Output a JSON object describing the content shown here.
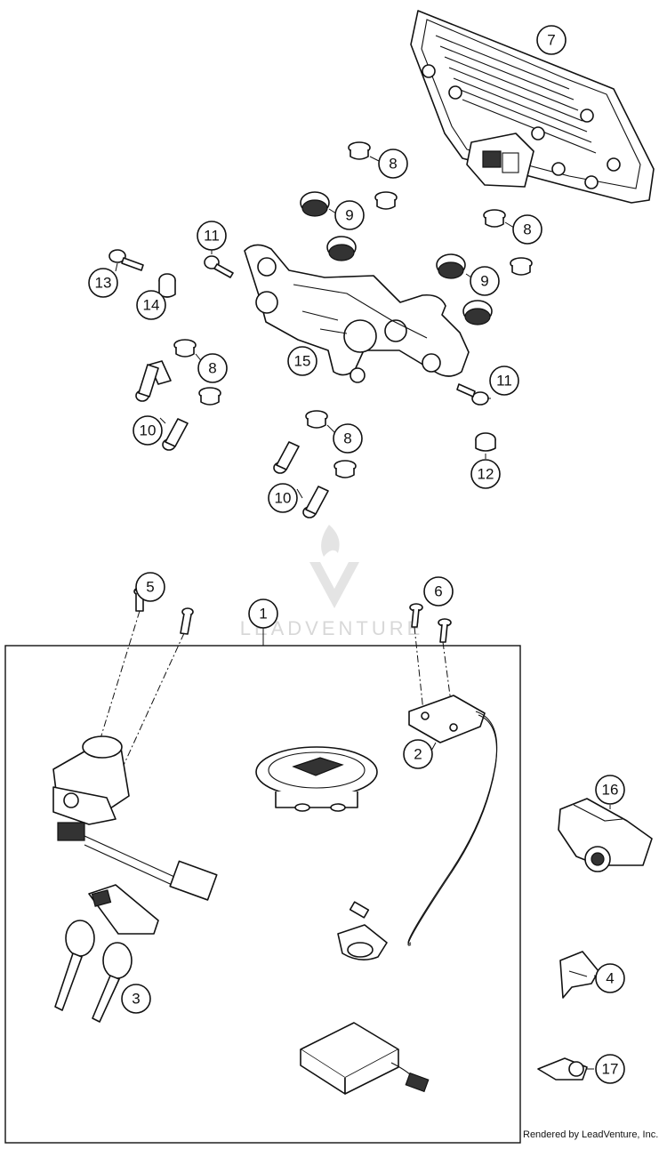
{
  "watermark": {
    "text": "LEADVENTURE"
  },
  "footer": {
    "text": "Rendered by LeadVenture, Inc."
  },
  "callouts": [
    {
      "id": "c7",
      "label": "7"
    },
    {
      "id": "c8a",
      "label": "8"
    },
    {
      "id": "c9a",
      "label": "9"
    },
    {
      "id": "c8b",
      "label": "8"
    },
    {
      "id": "c11a",
      "label": "11"
    },
    {
      "id": "c13",
      "label": "13"
    },
    {
      "id": "c14",
      "label": "14"
    },
    {
      "id": "c9b",
      "label": "9"
    },
    {
      "id": "c15",
      "label": "15"
    },
    {
      "id": "c8c",
      "label": "8"
    },
    {
      "id": "c11b",
      "label": "11"
    },
    {
      "id": "c10a",
      "label": "10"
    },
    {
      "id": "c8d",
      "label": "8"
    },
    {
      "id": "c12",
      "label": "12"
    },
    {
      "id": "c10b",
      "label": "10"
    },
    {
      "id": "c5",
      "label": "5"
    },
    {
      "id": "c6",
      "label": "6"
    },
    {
      "id": "c1",
      "label": "1"
    },
    {
      "id": "c2",
      "label": "2"
    },
    {
      "id": "c16",
      "label": "16"
    },
    {
      "id": "c3",
      "label": "3"
    },
    {
      "id": "c4",
      "label": "4"
    },
    {
      "id": "c17",
      "label": "17"
    }
  ]
}
